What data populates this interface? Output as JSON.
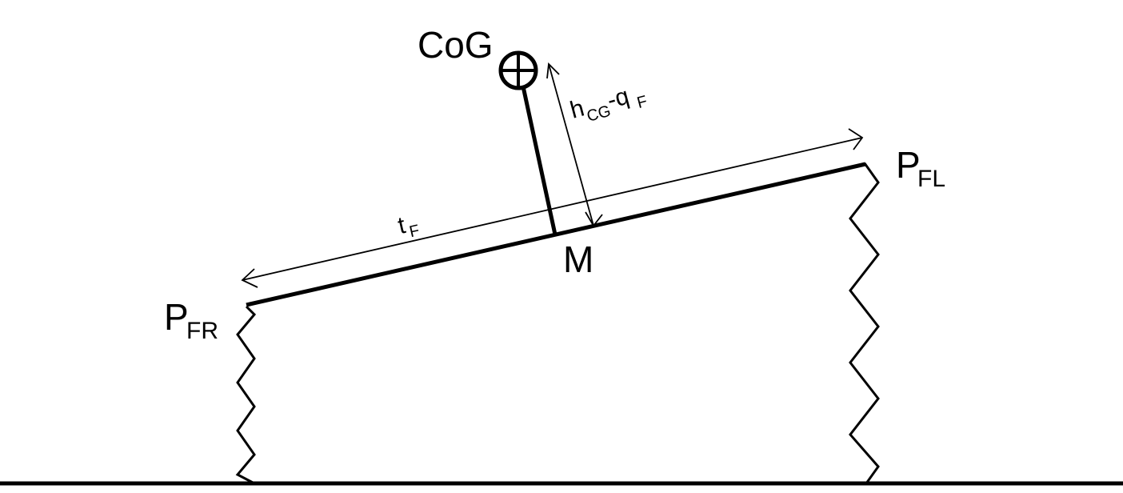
{
  "diagram": {
    "labels": {
      "cog": "CoG",
      "m": "M",
      "p_fl": {
        "base": "P",
        "sub": "FL"
      },
      "p_fr": {
        "base": "P",
        "sub": "FR"
      },
      "t_f": {
        "base": "t",
        "sub": "F"
      },
      "height": {
        "h": "h",
        "h_sub": "CG",
        "dash_q": "-q",
        "q_sub": "F"
      }
    },
    "colors": {
      "stroke": "#000000",
      "background": "#ffffff"
    }
  }
}
